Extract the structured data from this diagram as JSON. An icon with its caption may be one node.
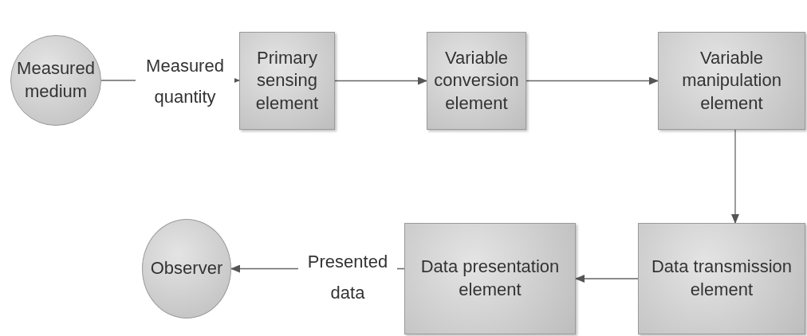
{
  "diagram": {
    "nodes": [
      {
        "text": [
          "Measured medium"
        ]
      },
      {
        "text": [
          "Primary sensing element"
        ]
      },
      {
        "text": [
          "Variable conversion element"
        ]
      },
      {
        "text": [
          "Variable manipulation element"
        ]
      },
      {
        "text": [
          "Data transmission element"
        ]
      },
      {
        "text": [
          "Data presentation element"
        ]
      },
      {
        "text": [
          "Observer"
        ]
      }
    ],
    "edges": [
      {
        "from": 0,
        "to": 1,
        "arrow": "to",
        "label": "Measured quantity"
      },
      {
        "from": 1,
        "to": 2,
        "arrow": "to"
      },
      {
        "from": 2,
        "to": 3,
        "arrow": "to"
      },
      {
        "from": 3,
        "to": 4,
        "arrow": "to"
      },
      {
        "from": 4,
        "to": 5,
        "arrow": "to"
      },
      {
        "from": 5,
        "to": 6,
        "arrow": "to",
        "label": "Presented data"
      }
    ]
  }
}
